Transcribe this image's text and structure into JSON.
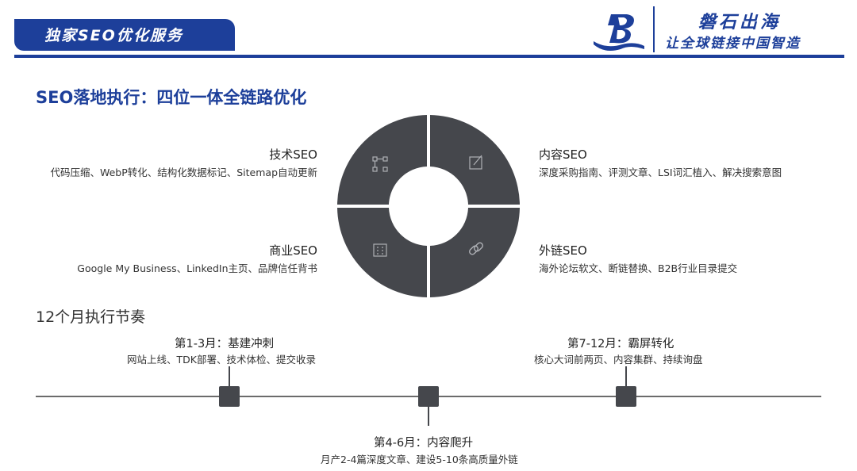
{
  "header": {
    "banner_text": "独家SEO优化服务",
    "brand_name": "磐石出海",
    "brand_slogan": "让全球链接中国智造",
    "accent_color": "#1d3f9a"
  },
  "main": {
    "title": "SEO落地执行：四位一体全链路优化",
    "quadrants": [
      {
        "title": "技术SEO",
        "desc": "代码压缩、WebP转化、结构化数据标记、Sitemap自动更新",
        "icon": "nodes-icon"
      },
      {
        "title": "内容SEO",
        "desc": "深度采购指南、评测文章、LSI词汇植入、解决搜索意图",
        "icon": "edit-icon"
      },
      {
        "title": "商业SEO",
        "desc": "Google My Business、LinkedIn主页、品牌信任背书",
        "icon": "building-icon"
      },
      {
        "title": "外链SEO",
        "desc": "海外论坛软文、断链替换、B2B行业目录提交",
        "icon": "link-icon"
      }
    ]
  },
  "timeline": {
    "title": "12个月执行节奏",
    "phases": [
      {
        "title": "第1-3月：基建冲刺",
        "desc": "网站上线、TDK部署、技术体检、提交收录"
      },
      {
        "title": "第4-6月：内容爬升",
        "desc": "月产2-4篇深度文章、建设5-10条高质量外链"
      },
      {
        "title": "第7-12月：霸屏转化",
        "desc": "核心大词前两页、内容集群、持续询盘"
      }
    ]
  }
}
